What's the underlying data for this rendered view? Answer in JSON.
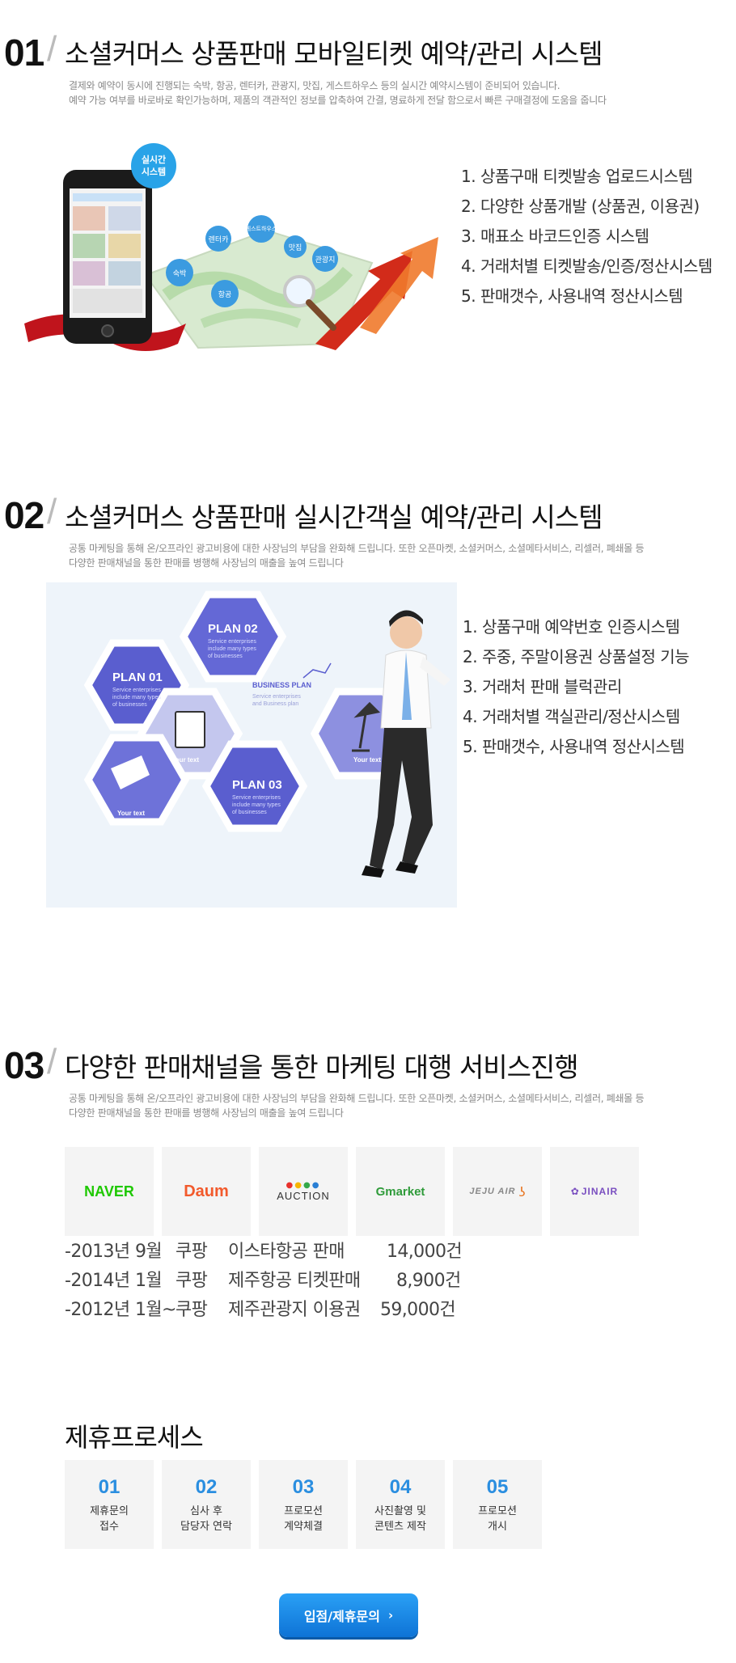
{
  "section1": {
    "number": "01",
    "title": "소셜커머스 상품판매 모바일티켓 예약/관리 시스템",
    "desc1": "결제와 예약이 동시에 진행되는 숙박, 항공, 렌터카, 관광지, 맛집, 게스트하우스 등의 실시간 예약시스템이 준비되어 있습니다.",
    "desc2": "예약 가능 여부를 바로바로 확인가능하며, 제품의 객관적인 정보를 압축하여 간결, 명료하게 전달 함으로서 빠른 구매결정에 도움을 줍니다",
    "badge": [
      "실시간",
      "시스템"
    ],
    "map_pins": [
      "렌터카",
      "게스트하우스",
      "맛집",
      "관광지",
      "숙박",
      "항공"
    ],
    "features": [
      "1. 상품구매 티켓발송 업로드시스템",
      "2. 다양한 상품개발 (상품권, 이용권)",
      "3. 매표소 바코드인증 시스템",
      "4. 거래처별 티켓발송/인증/정산시스템",
      "5. 판매갯수, 사용내역 정산시스템"
    ]
  },
  "section2": {
    "number": "02",
    "title": "소셜커머스 상품판매 실시간객실 예약/관리 시스템",
    "desc1": "공통 마케팅을 통해 온/오프라인 광고비용에 대한 사장님의 부담을 완화해 드립니다. 또한 오픈마켓, 소셜커머스, 소셜메타서비스, 리셀러, 폐쇄몰 등",
    "desc2": "다양한 판매채널을 통한 판매를 병행해 사장님의 매출을 높여 드립니다",
    "plans": [
      "PLAN 01",
      "PLAN 02",
      "PLAN 03"
    ],
    "plan_sub": [
      "Service enterprises",
      "include many types",
      "of businesses"
    ],
    "your_text": "Your text",
    "business_plan": "BUSINESS PLAN",
    "business_sub": [
      "Service enterprises",
      "and Business plan"
    ],
    "features": [
      "1. 상품구매 예약번호 인증시스템",
      "2. 주중, 주말이용권 상품설정 기능",
      "3. 거래처 판매 블럭관리",
      "4. 거래처별 객실관리/정산시스템",
      "5. 판매갯수, 사용내역 정산시스템"
    ]
  },
  "section3": {
    "number": "03",
    "title": "다양한 판매채널을 통한 마케팅 대행 서비스진행",
    "desc1": "공통 마케팅을 통해 온/오프라인 광고비용에 대한 사장님의 부담을 완화해 드립니다. 또한 오픈마켓, 소셜커머스, 소셜메타서비스, 리셀러, 폐쇄몰 등",
    "desc2": "다양한 판매채널을 통한 판매를 병행해 사장님의 매출을 높여 드립니다",
    "partners": [
      "NAVER",
      "Daum",
      "AUCTION",
      "Gmarket",
      "JEJU AIR",
      "JINAIR"
    ],
    "partner_colors": [
      "#1ec800",
      "#f25a2c",
      "#333333",
      "#2f9b3a",
      "#e8731d",
      "#7a4fc0"
    ],
    "history": [
      {
        "period": "-2013년 9월",
        "channel": "쿠팡",
        "item": "이스타항공 판매",
        "count": "14,000건"
      },
      {
        "period": "-2014년 1월",
        "channel": "쿠팡",
        "item": "제주항공 티켓판매",
        "count": "8,900건"
      },
      {
        "period": "-2012년 1월~",
        "channel": "쿠팡",
        "item": "제주관광지 이용권",
        "count": "59,000건"
      }
    ]
  },
  "process": {
    "title": "제휴프로세스",
    "steps": [
      {
        "num": "01",
        "line1": "제휴문의",
        "line2": "접수"
      },
      {
        "num": "02",
        "line1": "심사 후",
        "line2": "담당자 연락"
      },
      {
        "num": "03",
        "line1": "프로모션",
        "line2": "계약체결"
      },
      {
        "num": "04",
        "line1": "사진촬영 및",
        "line2": "콘텐츠 제작"
      },
      {
        "num": "05",
        "line1": "프로모션",
        "line2": "개시"
      }
    ],
    "cta_label": "입점/제휴문의",
    "cta_icon": "chevron-right-icon",
    "accent_color": "#2a8ee0"
  }
}
